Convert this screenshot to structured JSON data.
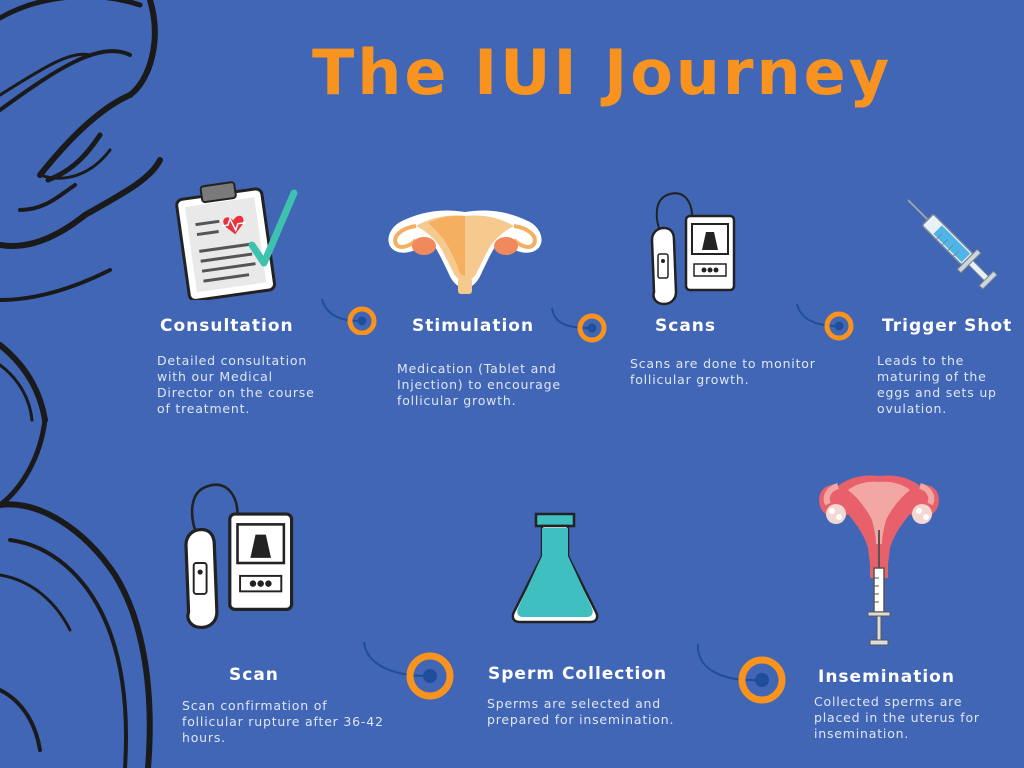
{
  "title": "The IUI Journey",
  "colors": {
    "background": "#4166b6",
    "accent": "#f7931e",
    "text": "#ffffff",
    "line": "#1f4e9a"
  },
  "steps": [
    {
      "title": "Consultation",
      "description": "Detailed consultation with our Medical Director on the course of treatment.",
      "icon": "clipboard-heart-check-icon"
    },
    {
      "title": "Stimulation",
      "description": "Medication (Tablet and Injection) to encourage follicular growth.",
      "icon": "uterus-icon"
    },
    {
      "title": "Scans",
      "description": "Scans are done to monitor follicular growth.",
      "icon": "ultrasound-icon"
    },
    {
      "title": "Trigger Shot",
      "description": "Leads to the maturing of the eggs and sets up ovulation.",
      "icon": "syringe-icon"
    },
    {
      "title": "Scan",
      "description": "Scan confirmation of follicular rupture after 36-42 hours.",
      "icon": "ultrasound-icon"
    },
    {
      "title": "Sperm Collection",
      "description": "Sperms are selected and prepared for insemination.",
      "icon": "flask-icon"
    },
    {
      "title": "Insemination",
      "description": "Collected sperms are placed in the uterus for insemination.",
      "icon": "uterus-syringe-icon"
    }
  ]
}
